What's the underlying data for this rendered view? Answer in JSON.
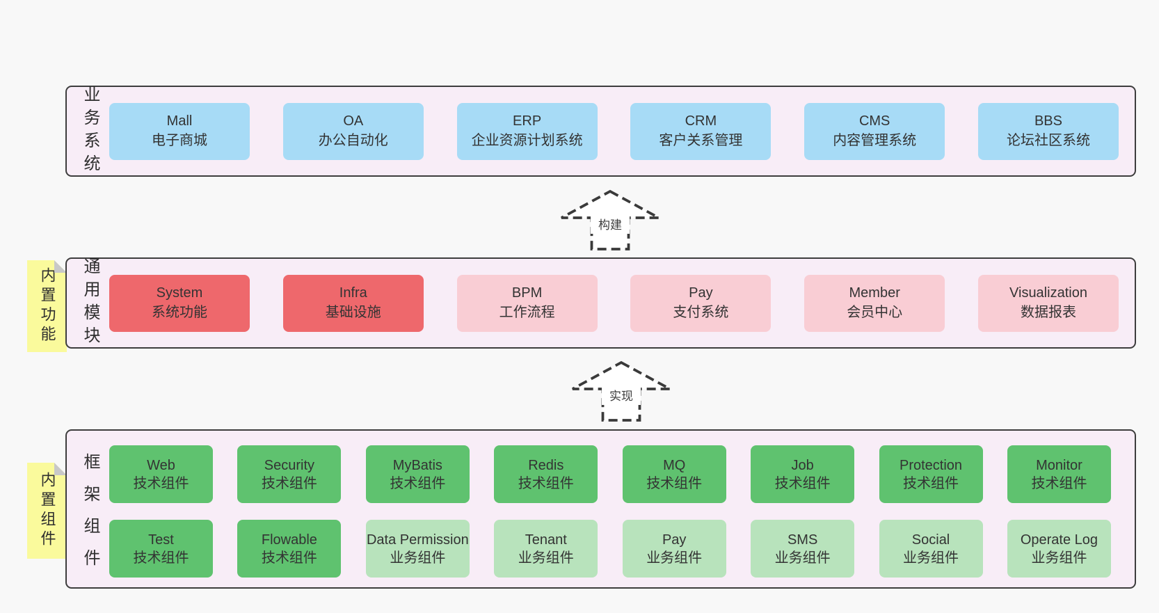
{
  "colors": {
    "page_bg": "#f8f8f8",
    "band_bg": "#f8edf7",
    "band_border": "#3d3d3d",
    "blue": "#a7dbf6",
    "red": "#ee686c",
    "pink": "#f9cdd4",
    "green_dark": "#5fc26f",
    "green_light": "#b8e3bc",
    "sticky_yellow": "#fafa9c",
    "fold_gray": "#c8c8c8",
    "text": "#333333"
  },
  "bands": {
    "business": {
      "label": "业务系统",
      "boxes": [
        {
          "title": "Mall",
          "subtitle": "电子商城"
        },
        {
          "title": "OA",
          "subtitle": "办公自动化"
        },
        {
          "title": "ERP",
          "subtitle": "企业资源计划系统"
        },
        {
          "title": "CRM",
          "subtitle": "客户关系管理"
        },
        {
          "title": "CMS",
          "subtitle": "内容管理系统"
        },
        {
          "title": "BBS",
          "subtitle": "论坛社区系统"
        }
      ]
    },
    "modules": {
      "label": "通用模块",
      "sticky": "内置功能",
      "boxes": [
        {
          "title": "System",
          "subtitle": "系统功能"
        },
        {
          "title": "Infra",
          "subtitle": "基础设施"
        },
        {
          "title": "BPM",
          "subtitle": "工作流程"
        },
        {
          "title": "Pay",
          "subtitle": "支付系统"
        },
        {
          "title": "Member",
          "subtitle": "会员中心"
        },
        {
          "title": "Visualization",
          "subtitle": "数据报表"
        }
      ]
    },
    "components": {
      "label": "框架组件",
      "sticky": "内置组件",
      "row1": [
        {
          "title": "Web",
          "subtitle": "技术组件"
        },
        {
          "title": "Security",
          "subtitle": "技术组件"
        },
        {
          "title": "MyBatis",
          "subtitle": "技术组件"
        },
        {
          "title": "Redis",
          "subtitle": "技术组件"
        },
        {
          "title": "MQ",
          "subtitle": "技术组件"
        },
        {
          "title": "Job",
          "subtitle": "技术组件"
        },
        {
          "title": "Protection",
          "subtitle": "技术组件"
        },
        {
          "title": "Monitor",
          "subtitle": "技术组件"
        }
      ],
      "row2": [
        {
          "title": "Test",
          "subtitle": "技术组件"
        },
        {
          "title": "Flowable",
          "subtitle": "技术组件"
        },
        {
          "title": "Data Permission",
          "subtitle": "业务组件"
        },
        {
          "title": "Tenant",
          "subtitle": "业务组件"
        },
        {
          "title": "Pay",
          "subtitle": "业务组件"
        },
        {
          "title": "SMS",
          "subtitle": "业务组件"
        },
        {
          "title": "Social",
          "subtitle": "业务组件"
        },
        {
          "title": "Operate Log",
          "subtitle": "业务组件"
        }
      ]
    }
  },
  "arrows": {
    "build": "构建",
    "implement": "实现"
  }
}
